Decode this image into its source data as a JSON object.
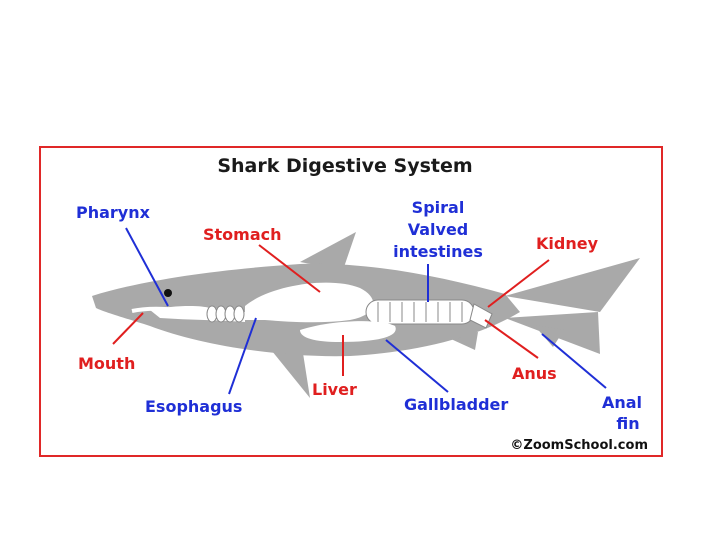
{
  "diagram": {
    "title": "Shark Digestive System",
    "labels": {
      "pharynx": "Pharynx",
      "stomach": "Stomach",
      "spiral_line1": "Spiral",
      "spiral_line2": "Valved",
      "spiral_line3": "intestines",
      "kidney": "Kidney",
      "mouth": "Mouth",
      "esophagus": "Esophagus",
      "liver": "Liver",
      "gallbladder": "Gallbladder",
      "anus": "Anus",
      "anal_fin_line1": "Anal",
      "anal_fin_line2": "fin"
    },
    "credit": "©ZoomSchool.com",
    "colors": {
      "frame": "#e02828",
      "blue_labels": "#1f2fd6",
      "red_labels": "#e01f1f",
      "shark_body": "#a9a9a9",
      "organs": "#ffffff"
    }
  }
}
